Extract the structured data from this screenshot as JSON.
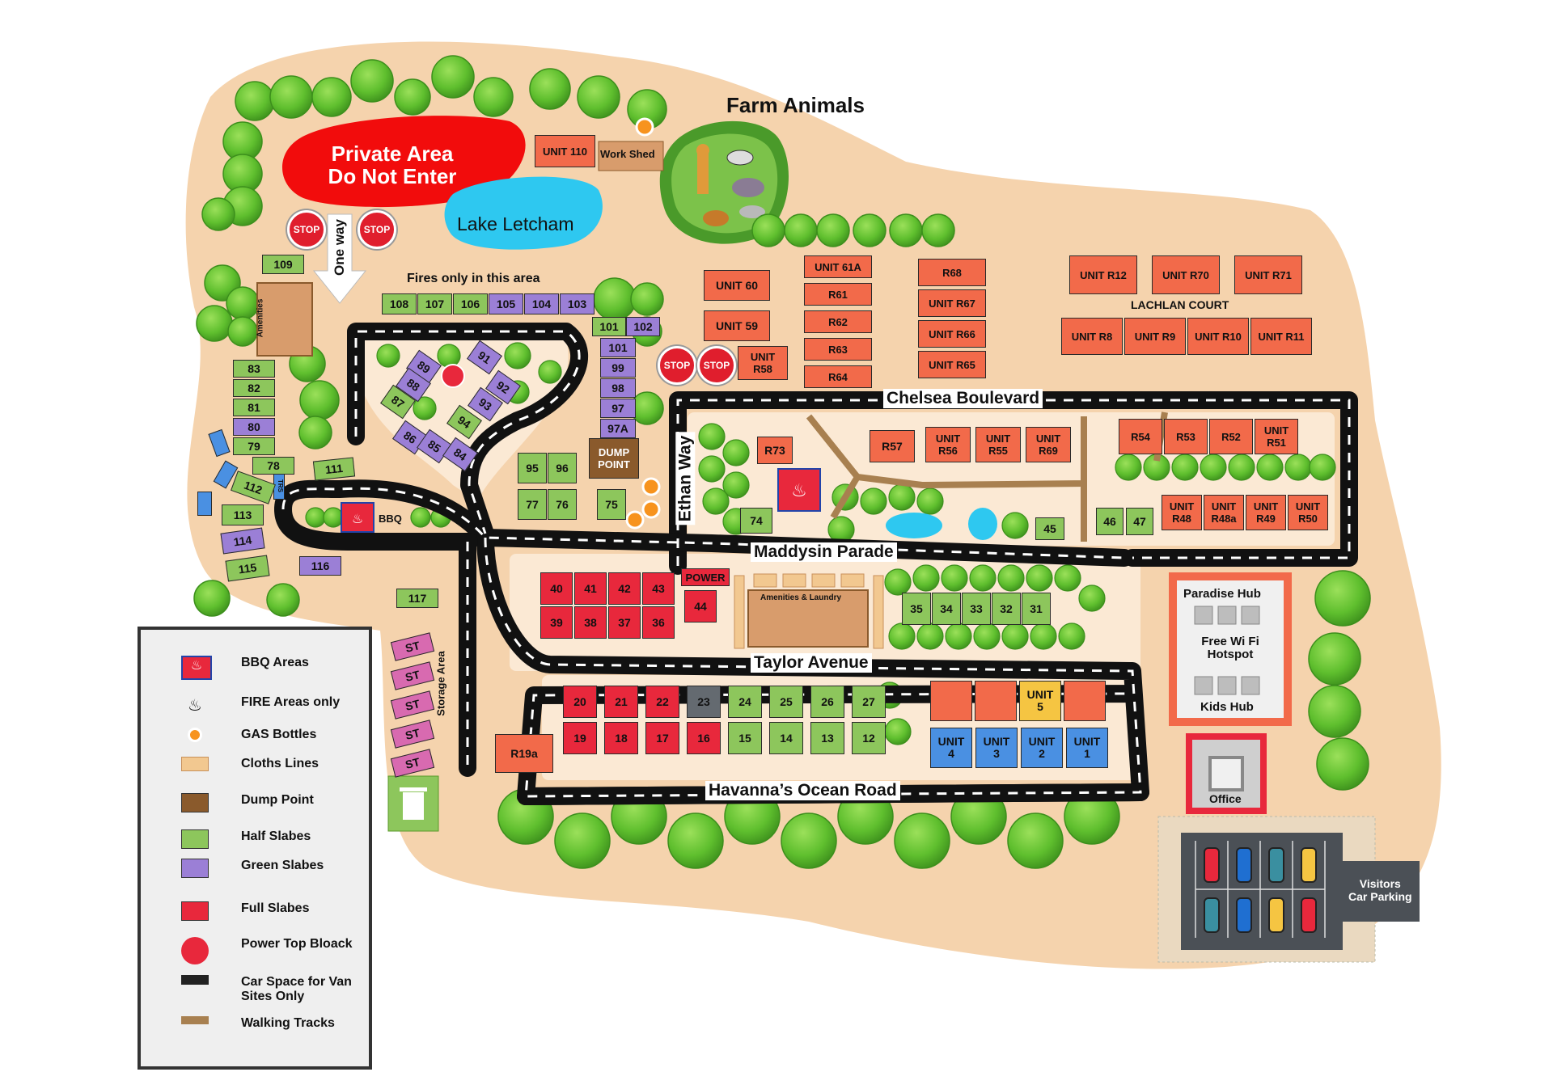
{
  "map": {
    "areas": {
      "private_area": {
        "line1": "Private Area",
        "line2": "Do Not Enter"
      },
      "lake": "Lake Letcham",
      "farm_animals": "Farm Animals",
      "fires_area": "Fires only in this area",
      "one_way": "One way",
      "work_shed": "Work Shed",
      "lachlan_court": "LACHLAN COURT",
      "storage_area": "Storage Area",
      "amenities_top": "Amenities",
      "amenities_laundry": "Amenities & Laundry",
      "bbq": "BBQ",
      "paradise_hub": "Paradise Hub",
      "wifi_line1": "Free Wi Fi",
      "wifi_line2": "Hotspot",
      "kids_hub": "Kids Hub",
      "office": "Office",
      "visitors_parking_line1": "Visitors",
      "visitors_parking_line2": "Car Parking",
      "stop": "STOP",
      "trs": "TRS"
    },
    "roads": {
      "chelsea": "Chelsea Boulevard",
      "maddysin": "Maddysin Parade",
      "taylor": "Taylor Avenue",
      "havanna": "Havanna’s Ocean Road",
      "ethan": "Ethan Way"
    },
    "sites": {
      "unit110": "UNIT 110",
      "s109": "109",
      "top_row": [
        "108",
        "107",
        "106",
        "105",
        "104",
        "103"
      ],
      "s101": "101",
      "s102": "102",
      "col_right": [
        "101",
        "99",
        "98",
        "97",
        "97A"
      ],
      "loop": [
        "89",
        "91",
        "88",
        "92",
        "87",
        "93",
        "94",
        "86",
        "85",
        "84"
      ],
      "left_col": [
        "83",
        "82",
        "81",
        "80",
        "79",
        "78"
      ],
      "s111": "111",
      "s112": "112",
      "s113": "113",
      "s114": "114",
      "s115": "115",
      "s116": "116",
      "s117": "117",
      "s95": "95",
      "s96": "96",
      "s77": "77",
      "s76": "76",
      "s75": "75",
      "dump_line1": "DUMP",
      "dump_line2": "POINT",
      "unit60": "UNIT 60",
      "unit59": "UNIT 59",
      "r58_line1": "UNIT",
      "r58_line2": "R58",
      "mid_col": [
        "UNIT 61A",
        "R61",
        "R62",
        "R63",
        "R64"
      ],
      "r68_col": [
        "R68",
        "UNIT R67",
        "UNIT R66",
        "UNIT R65"
      ],
      "lachlan_top": [
        "UNIT R12",
        "UNIT R70",
        "UNIT R71"
      ],
      "lachlan_bottom": [
        "UNIT R8",
        "UNIT R9",
        "UNIT R10",
        "UNIT R11"
      ],
      "r73": "R73",
      "r57": "R57",
      "mid_units": [
        {
          "l1": "UNIT",
          "l2": "R56"
        },
        {
          "l1": "UNIT",
          "l2": "R55"
        },
        {
          "l1": "UNIT",
          "l2": "R69"
        }
      ],
      "r_right_top": [
        {
          "l1": "",
          "l2": "R54"
        },
        {
          "l1": "",
          "l2": "R53"
        },
        {
          "l1": "",
          "l2": "R52"
        },
        {
          "l1": "UNIT",
          "l2": "R51"
        }
      ],
      "r_right_bottom": [
        {
          "l1": "UNIT",
          "l2": "R48"
        },
        {
          "l1": "UNIT",
          "l2": "R48a"
        },
        {
          "l1": "UNIT",
          "l2": "R49"
        },
        {
          "l1": "UNIT",
          "l2": "R50"
        }
      ],
      "s74": "74",
      "s45": "45",
      "s46": "46",
      "s47": "47",
      "full_top": [
        "40",
        "41",
        "42",
        "43"
      ],
      "full_bottom": [
        "39",
        "38",
        "37",
        "36"
      ],
      "power": "POWER",
      "s44": "44",
      "half_row": [
        "35",
        "34",
        "33",
        "32",
        "31"
      ],
      "taylor_top": [
        "20",
        "21",
        "22",
        "23",
        "24",
        "25",
        "26",
        "27"
      ],
      "taylor_bottom": [
        "19",
        "18",
        "17",
        "16",
        "15",
        "14",
        "13",
        "12"
      ],
      "r19a": "R19a",
      "unit5_line1": "UNIT",
      "unit5_line2": "5",
      "units_blue": [
        {
          "l1": "UNIT",
          "l2": "4"
        },
        {
          "l1": "UNIT",
          "l2": "3"
        },
        {
          "l1": "UNIT",
          "l2": "2"
        },
        {
          "l1": "UNIT",
          "l2": "1"
        }
      ],
      "storage": [
        "ST",
        "ST",
        "ST",
        "ST",
        "ST"
      ]
    }
  },
  "legend": [
    {
      "icon": "bbq-icon",
      "label": "BBQ Areas"
    },
    {
      "icon": "fire-icon",
      "label": "FIRE Areas only"
    },
    {
      "icon": "gas-bottle-icon",
      "label": "GAS Bottles"
    },
    {
      "icon": "clothes-line-icon",
      "label": "Cloths Lines"
    },
    {
      "icon": "dump-point-icon",
      "label": "Dump Point"
    },
    {
      "icon": "half-slab-icon",
      "label": "Half Slabes"
    },
    {
      "icon": "green-slab-icon",
      "label": "Green Slabes"
    },
    {
      "icon": "full-slab-icon",
      "label": "Full Slabes"
    },
    {
      "icon": "power-top-block-icon",
      "label": "Power Top Bloack"
    },
    {
      "icon": "car-space-icon",
      "label": "Car Space for Van Sites Only"
    },
    {
      "icon": "walking-track-icon",
      "label": "Walking Tracks"
    }
  ],
  "colors": {
    "ground": "#f5d3ad",
    "road": "#111111",
    "half_slab": "#8dc65c",
    "green_slab": "#9b7fd6",
    "full_slab": "#e8283c",
    "unit": "#f26a4a",
    "cabin_blue": "#4a90e2",
    "unit_yellow": "#f5c542",
    "storage": "#d86ab0",
    "lake": "#2ec8f0",
    "private": "#f20c0c",
    "tree": "#6cc23a",
    "walking_track": "#a88050",
    "dump_point": "#8a5a2c"
  }
}
